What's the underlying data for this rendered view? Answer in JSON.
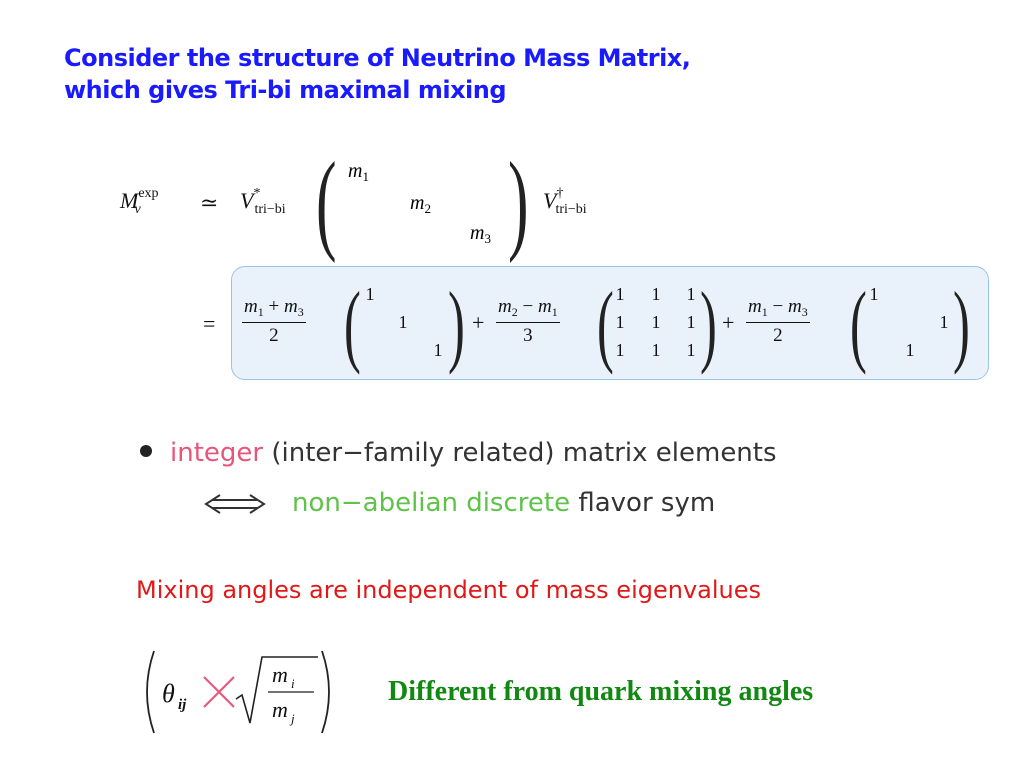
{
  "title": {
    "line1": "Consider the structure of Neutrino Mass Matrix,",
    "line2": "which gives Tri-bi maximal mixing"
  },
  "equation": {
    "lhs": "M",
    "lhs_sub": "ν",
    "lhs_sup": "exp",
    "relation": "≃",
    "left_factor": "V",
    "left_factor_sup": "*",
    "left_factor_sub": "tri−bi",
    "diag": [
      "m",
      "m",
      "m"
    ],
    "diag_subs": [
      "1",
      "2",
      "3"
    ],
    "right_factor": "V",
    "right_factor_sup": "†",
    "right_factor_sub": "tri−bi",
    "equals": "=",
    "plus": "+",
    "term1": {
      "num_a": "m",
      "sub_a": "1",
      "op": " + ",
      "num_b": "m",
      "sub_b": "3",
      "den": "2",
      "entries": [
        "1",
        "1",
        "1"
      ]
    },
    "term2": {
      "num_a": "m",
      "sub_a": "2",
      "op": " − ",
      "num_b": "m",
      "sub_b": "1",
      "den": "3",
      "entries": [
        "1",
        "1",
        "1",
        "1",
        "1",
        "1",
        "1",
        "1",
        "1"
      ]
    },
    "term3": {
      "num_a": "m",
      "sub_a": "1",
      "op": " − ",
      "num_b": "m",
      "sub_b": "3",
      "den": "2",
      "entries": [
        "1",
        "1",
        "1"
      ]
    }
  },
  "bullet": {
    "highlight": "integer",
    "rest": " (inter−family related) matrix elements"
  },
  "symmetry": {
    "highlight": "non−abelian discrete",
    "rest": " flavor sym"
  },
  "remark": "Mixing angles are independent of mass eigenvalues",
  "theta_formula": {
    "theta": "θ",
    "theta_sub": "ij",
    "num": "m",
    "num_sub": "i",
    "den": "m",
    "den_sub": "j"
  },
  "quark_note": "Different from quark mixing angles",
  "colors": {
    "title": "#1a1aff",
    "box_fill": "#e9f1fb",
    "box_border": "#9ec2e6",
    "integer": "#e8557a",
    "non_abelian": "#5fc34a",
    "remark": "#e01818",
    "cross": "#e85a7c",
    "quark_note": "#118811"
  }
}
